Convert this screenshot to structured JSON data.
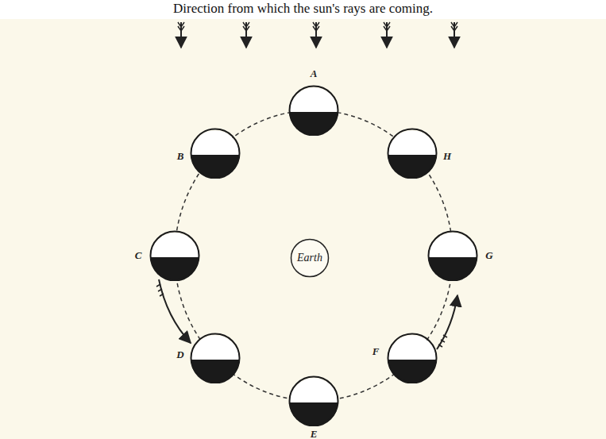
{
  "diagram": {
    "title": "Direction from which the sun's rays are coming.",
    "nodes": [
      {
        "text": [
          "Earth"
        ]
      },
      {
        "text": [
          "A"
        ]
      },
      {
        "text": [
          "B"
        ]
      },
      {
        "text": [
          "H"
        ]
      },
      {
        "text": [
          "C"
        ]
      },
      {
        "text": [
          "G"
        ]
      },
      {
        "text": [
          "D"
        ]
      },
      {
        "text": [
          "F"
        ]
      },
      {
        "text": [
          "E"
        ]
      }
    ]
  }
}
